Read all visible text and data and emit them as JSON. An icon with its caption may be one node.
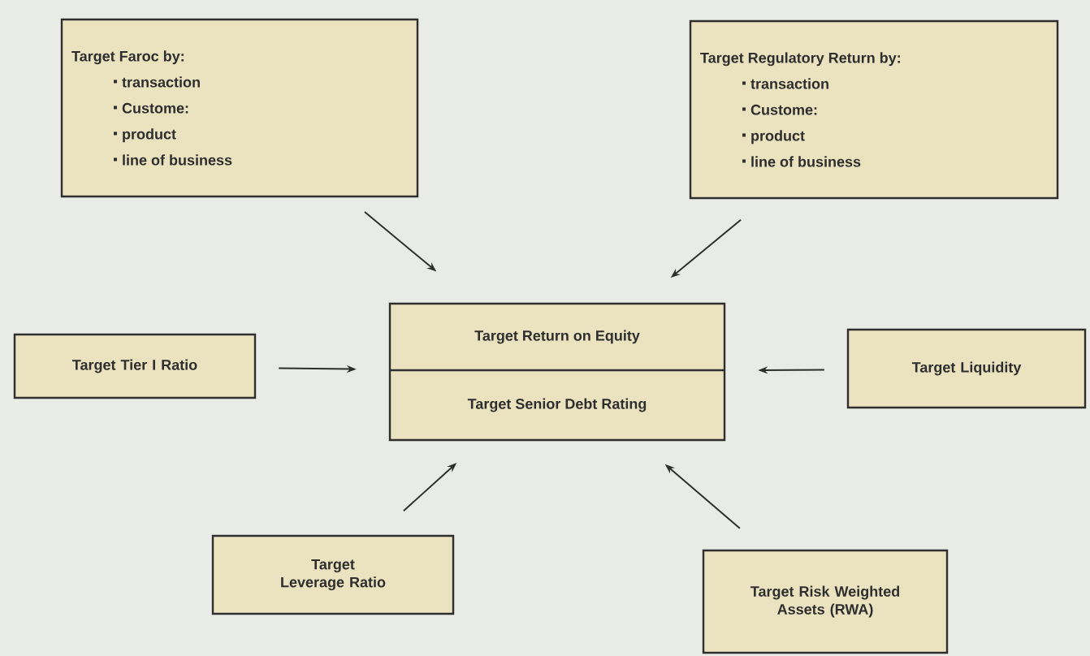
{
  "diagram": {
    "nodes": [
      {
        "text": [
          "Target Faroc by:",
          "transaction",
          "Custome:",
          "product",
          "line of business"
        ]
      },
      {
        "text": [
          "Target Regulatory Return by:",
          "transaction",
          "Custome:",
          "product",
          "line of business"
        ]
      },
      {
        "text": [
          "Target Tier I Ratio"
        ]
      },
      {
        "text": [
          "Target Return on Equity",
          "Target Senior Debt Rating"
        ]
      },
      {
        "text": [
          "Target Liquidity"
        ]
      },
      {
        "text": [
          "Target Leverage Ratio"
        ]
      },
      {
        "text": [
          "Target Risk Weighted Assets (RWA)"
        ]
      }
    ],
    "edges": [
      {
        "from": 0,
        "to": 3,
        "arrow": "to"
      },
      {
        "from": 1,
        "to": 3,
        "arrow": "to"
      },
      {
        "from": 2,
        "to": 3,
        "arrow": "to"
      },
      {
        "from": 4,
        "to": 3,
        "arrow": "to"
      },
      {
        "from": 5,
        "to": 3,
        "arrow": "to"
      },
      {
        "from": 6,
        "to": 3,
        "arrow": "to"
      }
    ]
  }
}
